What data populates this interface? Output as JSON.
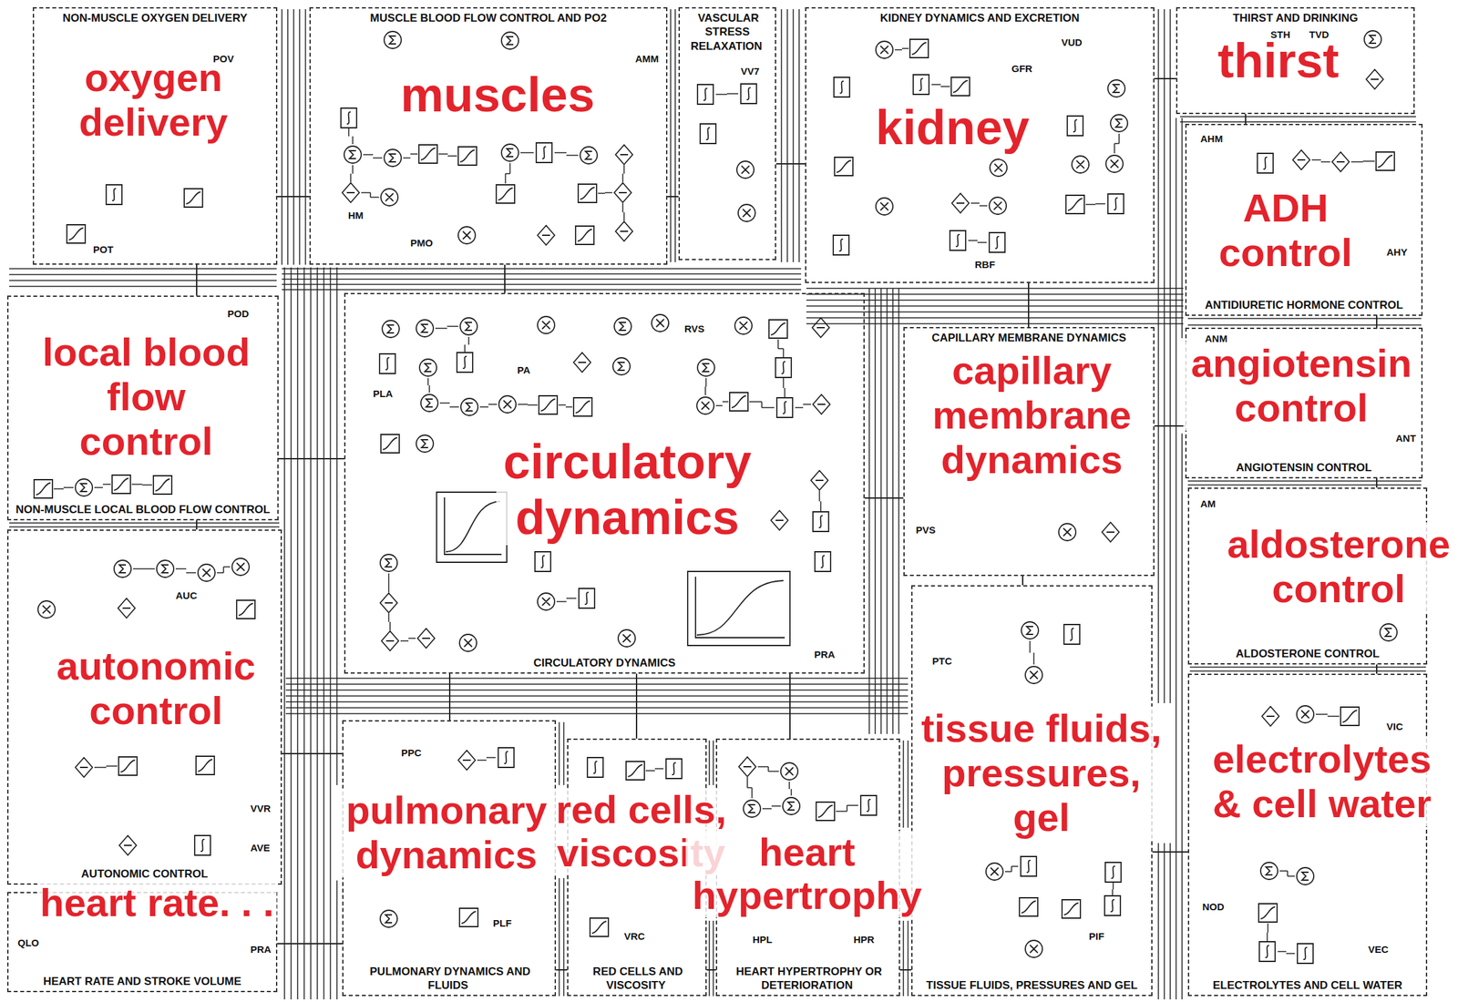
{
  "diagram": {
    "nodes": [
      {
        "text": [
          "NON-MUSCLE OXYGEN DELIVERY"
        ]
      },
      {
        "text": [
          "MUSCLE BLOOD FLOW CONTROL AND PO2"
        ]
      },
      {
        "text": [
          "VASCULAR STRESS RELAXATION"
        ]
      },
      {
        "text": [
          "KIDNEY DYNAMICS AND EXCRETION"
        ]
      },
      {
        "text": [
          "THIRST AND DRINKING"
        ]
      },
      {
        "text": [
          "ANTIDIURETIC HORMONE CONTROL"
        ]
      },
      {
        "text": [
          "NON-MUSCLE LOCAL BLOOD FLOW CONTROL"
        ]
      },
      {
        "text": [
          "CIRCULATORY DYNAMICS"
        ]
      },
      {
        "text": [
          "CAPILLARY MEMBRANE DYNAMICS"
        ]
      },
      {
        "text": [
          "ANGIOTENSIN CONTROL"
        ]
      },
      {
        "text": [
          "ALDOSTERONE CONTROL"
        ]
      },
      {
        "text": [
          "AUTONOMIC CONTROL"
        ]
      },
      {
        "text": [
          "TISSUE FLUIDS, PRESSURES AND GEL"
        ]
      },
      {
        "text": [
          "ELECTROLYTES AND CELL WATER"
        ]
      },
      {
        "text": [
          "PULMONARY DYNAMICS AND FLUIDS"
        ]
      },
      {
        "text": [
          "RED CELLS AND VISCOSITY"
        ]
      },
      {
        "text": [
          "HEART HYPERTROPHY OR DETERIORATION"
        ]
      },
      {
        "text": [
          "HEART RATE AND STROKE VOLUME"
        ]
      }
    ],
    "edges": [
      {
        "from": 0,
        "to": 1,
        "arrow": "none"
      },
      {
        "from": 1,
        "to": 2,
        "arrow": "none"
      },
      {
        "from": 2,
        "to": 3,
        "arrow": "none"
      },
      {
        "from": 3,
        "to": 4,
        "arrow": "none"
      },
      {
        "from": 4,
        "to": 5,
        "arrow": "none"
      },
      {
        "from": 0,
        "to": 6,
        "arrow": "none"
      },
      {
        "from": 1,
        "to": 7,
        "arrow": "none"
      },
      {
        "from": 6,
        "to": 7,
        "arrow": "none"
      },
      {
        "from": 7,
        "to": 8,
        "arrow": "none"
      },
      {
        "from": 3,
        "to": 8,
        "arrow": "none"
      },
      {
        "from": 8,
        "to": 9,
        "arrow": "none"
      },
      {
        "from": 5,
        "to": 9,
        "arrow": "none"
      },
      {
        "from": 9,
        "to": 10,
        "arrow": "none"
      },
      {
        "from": 10,
        "to": 13,
        "arrow": "none"
      },
      {
        "from": 8,
        "to": 12,
        "arrow": "none"
      },
      {
        "from": 12,
        "to": 13,
        "arrow": "none"
      },
      {
        "from": 6,
        "to": 11,
        "arrow": "none"
      },
      {
        "from": 7,
        "to": 14,
        "arrow": "none"
      },
      {
        "from": 7,
        "to": 15,
        "arrow": "none"
      },
      {
        "from": 7,
        "to": 16,
        "arrow": "none"
      },
      {
        "from": 14,
        "to": 15,
        "arrow": "none"
      },
      {
        "from": 15,
        "to": 16,
        "arrow": "none"
      },
      {
        "from": 16,
        "to": 12,
        "arrow": "none"
      },
      {
        "from": 11,
        "to": 14,
        "arrow": "none"
      },
      {
        "from": 17,
        "to": 14,
        "arrow": "none"
      }
    ],
    "labels": [
      "oxygen delivery",
      "muscles",
      "kidney",
      "thirst",
      "ADH control",
      "local blood flow control",
      "angiotensin control",
      "capillary membrane dynamics",
      "circulatory dynamics",
      "aldosterone control",
      "autonomic control",
      "tissue fluids, pressures, gel",
      "electrolytes & cell water",
      "pulmonary dynamics",
      "red cells, viscosity",
      "heart hypertrophy",
      "heart rate. . .",
      "POV",
      "POT",
      "HM",
      "PMO",
      "AMM",
      "VV7",
      "GFR",
      "VUD",
      "RBF",
      "STH",
      "TVD",
      "AHM",
      "AHY",
      "ANM",
      "ANT",
      "AM",
      "PA",
      "PLA",
      "RVS",
      "PRA",
      "PVS",
      "PTC",
      "PIF",
      "VIC",
      "VEC",
      "NOD",
      "VVR",
      "AVE",
      "QLO",
      "VRC",
      "HPL",
      "HPR",
      "PPC",
      "PLF",
      "POD",
      "AUC",
      "PRA"
    ]
  }
}
